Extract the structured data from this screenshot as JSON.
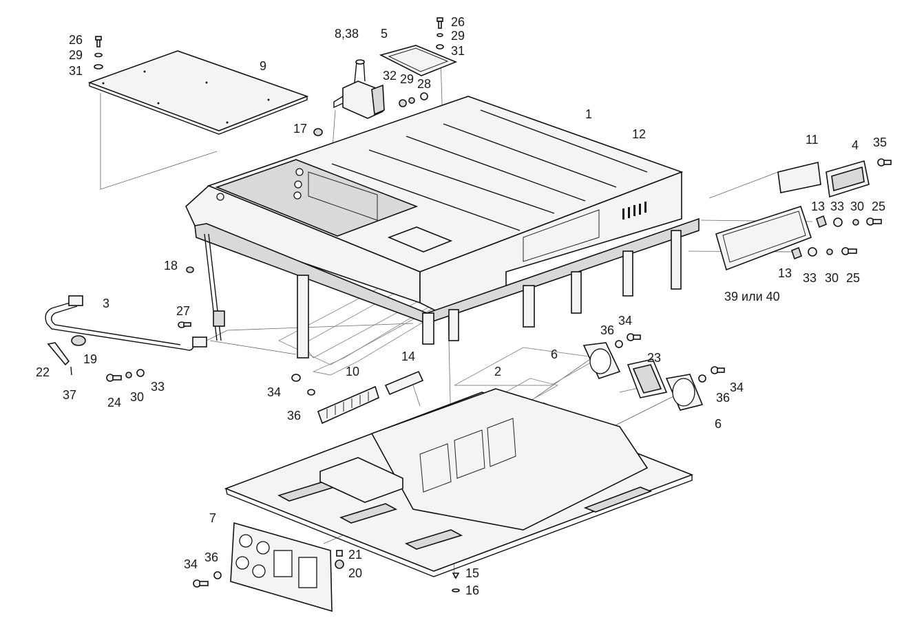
{
  "callouts": {
    "c_26a": "26",
    "c_29a": "29",
    "c_31a": "31",
    "c_9": "9",
    "c_8_38": "8,38",
    "c_5": "5",
    "c_26b": "26",
    "c_29b": "29",
    "c_31b": "31",
    "c_32": "32",
    "c_29c": "29",
    "c_28": "28",
    "c_17": "17",
    "c_1": "1",
    "c_12": "12",
    "c_11": "11",
    "c_4": "4",
    "c_35": "35",
    "c_13a": "13",
    "c_33a": "33",
    "c_30a": "30",
    "c_25a": "25",
    "c_13b": "13",
    "c_33b": "33",
    "c_30b": "30",
    "c_25b": "25",
    "c_39_40": "39 или 40",
    "c_18": "18",
    "c_3": "3",
    "c_27": "27",
    "c_19": "19",
    "c_22": "22",
    "c_37": "37",
    "c_24": "24",
    "c_30c": "30",
    "c_33c": "33",
    "c_36a": "36",
    "c_34a": "34",
    "c_6a": "6",
    "c_23": "23",
    "c_36b": "36",
    "c_34b": "34",
    "c_6b": "6",
    "c_14": "14",
    "c_10": "10",
    "c_2": "2",
    "c_34c": "34",
    "c_36c": "36",
    "c_7": "7",
    "c_21": "21",
    "c_20": "20",
    "c_34d": "34",
    "c_36d": "36",
    "c_15": "15",
    "c_16": "16"
  },
  "colors": {
    "line": "#111111",
    "fill": "#f4f4f4",
    "shade": "#d9d9d9",
    "leader": "#666666"
  }
}
